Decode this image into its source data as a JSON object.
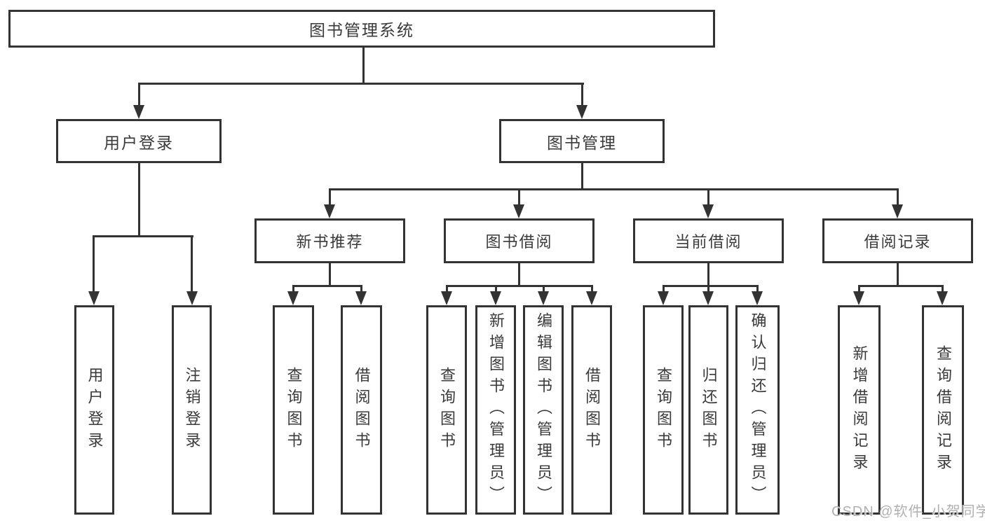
{
  "diagram": {
    "root": {
      "label": "图书管理系统"
    },
    "level2": [
      {
        "label": "用户登录"
      },
      {
        "label": "图书管理"
      }
    ],
    "level3": [
      {
        "label": "新书推荐"
      },
      {
        "label": "图书借阅"
      },
      {
        "label": "当前借阅"
      },
      {
        "label": "借阅记录"
      }
    ],
    "level4": [
      {
        "label": "用户登录"
      },
      {
        "label": "注销登录"
      },
      {
        "label": "查询图书"
      },
      {
        "label": "借阅图书"
      },
      {
        "label": "查询图书"
      },
      {
        "label": "新增图书（管理员）"
      },
      {
        "label": "编辑图书（管理员）"
      },
      {
        "label": "借阅图书"
      },
      {
        "label": "查询图书"
      },
      {
        "label": "归还图书"
      },
      {
        "label": "确认归还（管理员）"
      },
      {
        "label": "新增借阅记录"
      },
      {
        "label": "查询借阅记录"
      }
    ],
    "watermark": "CSDN @软件_小贺同学",
    "colors": {
      "line": "#333333",
      "text": "#3a3a3a",
      "watermark": "#b0b0b0",
      "background": "#ffffff"
    }
  }
}
